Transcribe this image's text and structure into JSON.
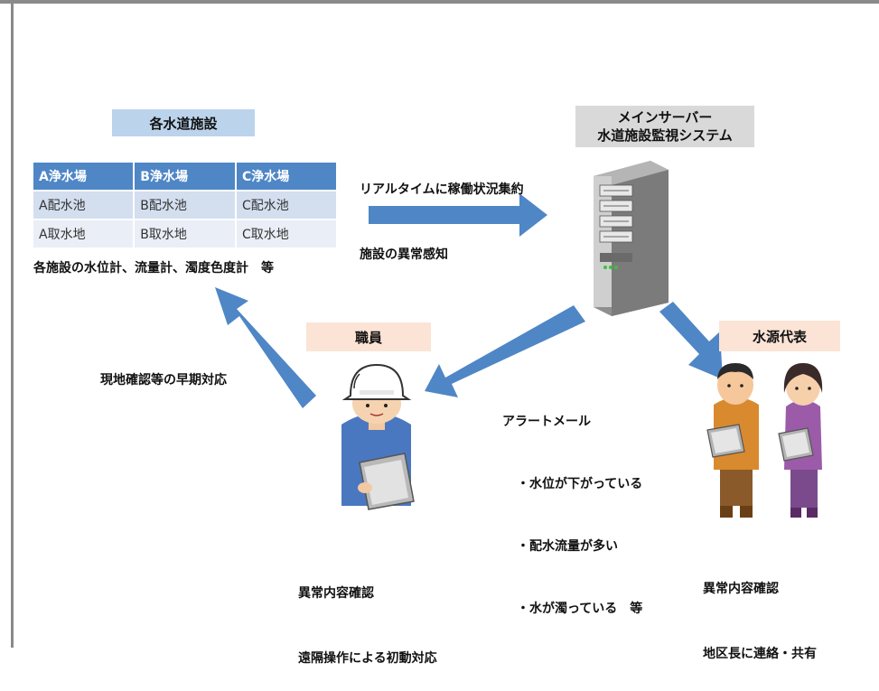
{
  "facilities_title": "各水道施設",
  "facilities_table": {
    "headers": [
      "A浄水場",
      "B浄水場",
      "C浄水場"
    ],
    "rows": [
      [
        "A配水池",
        "B配水池",
        "C配水池"
      ],
      [
        "A取水地",
        "B取水地",
        "C取水地"
      ]
    ]
  },
  "facilities_note": "各施設の水位計、流量計、濁度色度計　等",
  "arrow_top_text": [
    "リアルタイムに稼働状況集約",
    "施設の異常感知"
  ],
  "server_label": [
    "メインサーバー",
    "水道施設監視システム"
  ],
  "staff_label": "職員",
  "representative_label": "水源代表",
  "feedback_text": "現地確認等の早期対応",
  "alert_text": [
    "アラートメール",
    "・水位が下がっている",
    "・配水流量が多い",
    "・水が濁っている　等"
  ],
  "staff_actions": [
    "異常内容確認",
    "遠隔操作による初動対応"
  ],
  "rep_actions": [
    "異常内容確認",
    "地区長に連絡・共有"
  ],
  "colors": {
    "arrow": "#4f86c6",
    "table_header": "#4f86c6",
    "title_box": "#bcd3ec",
    "role_box": "#fbe4d5",
    "server_box": "#d9d9d9"
  }
}
